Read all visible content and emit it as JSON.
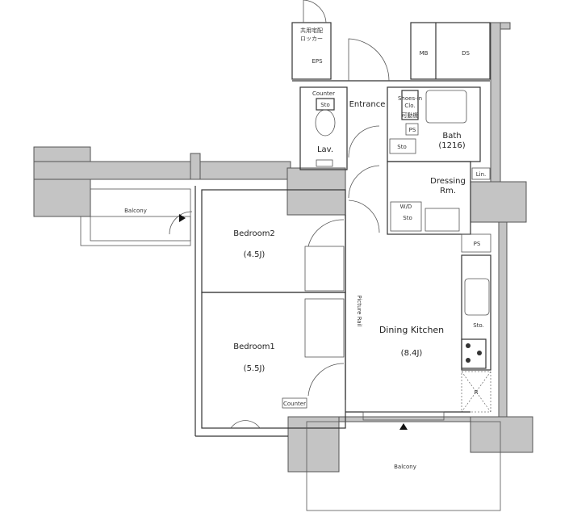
{
  "plan": {
    "locker_line1": "共用宅配",
    "locker_line2": "ロッカー",
    "eps": "EPS",
    "mb": "MB",
    "ds": "DS",
    "counter_lav": "Counter",
    "sto_lav": "Sto",
    "entrance": "Entrance",
    "shoes_line1": "Shoes-in",
    "shoes_line2": "Clo.",
    "shelf": "可動棚",
    "ps_top": "PS",
    "sto_entrance": "Sto",
    "bath": "Bath",
    "bath_size": "(1216)",
    "lav": "Lav.",
    "dressing_line1": "Dressing",
    "dressing_line2": "Rm.",
    "lin": "Lin.",
    "balcony_left": "Balcony",
    "wd": "W/D",
    "sto_wd": "Sto",
    "ps_kitchen": "PS",
    "bedroom2": "Bedroom2",
    "bedroom2_size": "(4.5J)",
    "picture_rail": "Picture Rail",
    "sto_kitchen": "Sto.",
    "dining_kitchen": "Dining Kitchen",
    "dining_kitchen_size": "(8.4J)",
    "bedroom1": "Bedroom1",
    "bedroom1_size": "(5.5J)",
    "fridge": "R",
    "counter_bedroom": "Counter",
    "balcony_bottom": "Balcony"
  }
}
